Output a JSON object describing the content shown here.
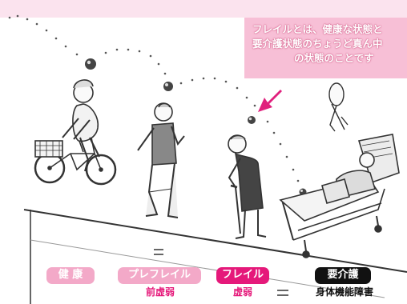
{
  "callout": {
    "line1": "フレイルとは、健康な状態と",
    "line2": "要介護状態のちょうど真ん中",
    "line3": "の状態のことです"
  },
  "stages": [
    {
      "label": "健 康",
      "sub": ""
    },
    {
      "label": "プレフレイル",
      "sub": "前虚弱"
    },
    {
      "label": "フレイル",
      "sub": "虚弱"
    },
    {
      "label": "要介護",
      "sub": "身体機能障害"
    }
  ],
  "colors": {
    "pink_light": "#f3a9c8",
    "pink_strong": "#e5197a",
    "black": "#111111",
    "callout_bg": "#f7bfd6",
    "arrow": "#e0207d"
  }
}
